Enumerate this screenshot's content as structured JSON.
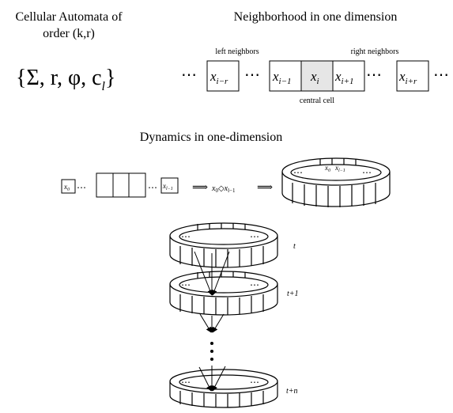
{
  "title_left_1": "Cellular Automata of",
  "title_left_2": "order (k,r)",
  "tuple": "{Σ, r, φ, c",
  "tuple_sub": "l",
  "tuple_close": "}",
  "title_right": "Neighborhood in one dimension",
  "label_left_neighbors": "left neighbors",
  "label_right_neighbors": "right neighbors",
  "label_central_cell": "central cell",
  "ellipsis": "⋯",
  "cells": {
    "x": "x",
    "sub_i_minus_r": "i−r",
    "sub_i_minus_1": "i−1",
    "sub_i": "i",
    "sub_i_plus_1": "i+1",
    "sub_i_plus_r": "i+r"
  },
  "dynamics_title": "Dynamics in one-dimension",
  "row": {
    "x0": "x",
    "x0_sub": "0",
    "xl1": "x",
    "xl1_sub": "l−1",
    "arrow": "⟹",
    "diamond_expr_a": "x",
    "diamond_expr_a_sub": "0",
    "diamond": "◇",
    "diamond_expr_b": "x",
    "diamond_expr_b_sub": "l−1"
  },
  "ring_top_labels": {
    "x0": "x",
    "x0_sub": "0",
    "xl1": "x",
    "xl1_sub": "l−1"
  },
  "time_labels": {
    "t": "t",
    "t1": "t+1",
    "tn": "t+n"
  },
  "colors": {
    "line": "#000000",
    "central_fill": "#e6e6e6"
  }
}
